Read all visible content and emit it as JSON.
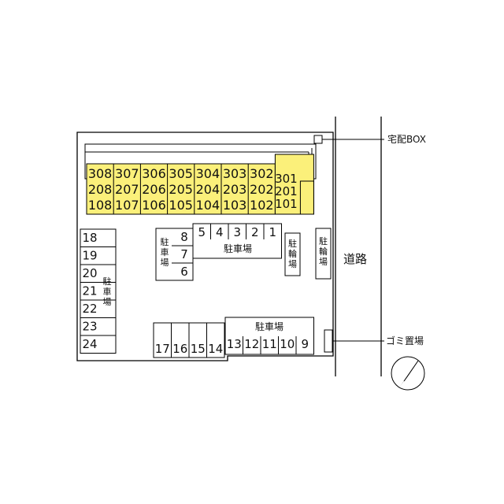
{
  "building": {
    "rows": [
      [
        "308",
        "307",
        "306",
        "305",
        "304",
        "303",
        "302"
      ],
      [
        "208",
        "207",
        "206",
        "205",
        "204",
        "203",
        "202"
      ],
      [
        "108",
        "107",
        "106",
        "105",
        "104",
        "103",
        "102"
      ]
    ],
    "end_column": [
      "301",
      "201",
      "101"
    ]
  },
  "parking_left": {
    "spaces": [
      "18",
      "19",
      "20",
      "21",
      "22",
      "23",
      "24"
    ],
    "label": "駐車場"
  },
  "parking_mid_left": {
    "spaces": [
      "8",
      "7",
      "6"
    ],
    "label": "駐車場"
  },
  "parking_top": {
    "spaces": [
      "5",
      "4",
      "3",
      "2",
      "1"
    ],
    "label": "駐車場"
  },
  "bicycle_parking": {
    "label": "駐輪場"
  },
  "parking_bottom_left": {
    "spaces": [
      "17",
      "16",
      "15",
      "14"
    ]
  },
  "parking_bottom_right": {
    "spaces": [
      "13",
      "12",
      "11",
      "10",
      "9"
    ],
    "label": "駐車場"
  },
  "road": {
    "label": "道路"
  },
  "delivery_box": {
    "label": "宅配BOX"
  },
  "garbage": {
    "label": "ゴミ置場"
  },
  "compass": {
    "icon": "north-arrow-icon"
  }
}
